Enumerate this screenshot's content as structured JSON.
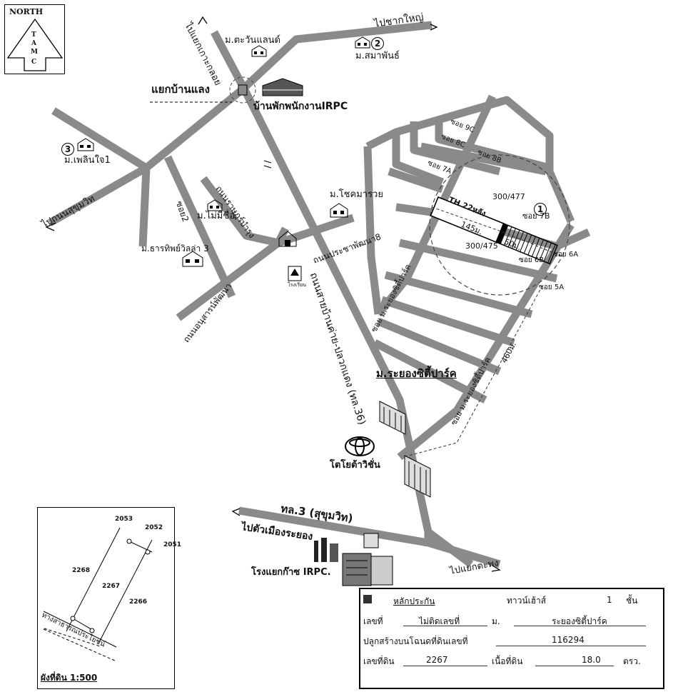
{
  "north": {
    "label": "NORTH",
    "letters": [
      "T",
      "A",
      "M",
      "C"
    ]
  },
  "places": {
    "to_chak_yai": "ไปชากใหญ่",
    "to_yaek_ko_loi": "ไปแยกเกาะกลอย",
    "m_tawan_land": "ม.ตะวันแลนด์",
    "m_samaphan": "ม.สมาพันธ์",
    "marker_2": "2",
    "yaek_ban_laeng": "แยกบ้านแลง",
    "irpc_staff_housing": "บ้านพักพนักงานIRPC",
    "marker_3": "3",
    "m_ploen_jai": "ม.เพลินใจ1",
    "to_sukhumvit": "ไปถนนสุขุมวิท",
    "soi_2": "ซอย2",
    "m_mai_mi_chue": "ม.ไม่มีชื่อ",
    "rd_ratbamrung": "ถนนราษฎร์บำรุง",
    "m_chokmaruay": "ม.โชคมารวย",
    "rd_prachaphatthana": "ถนนประชาพัฒนา8",
    "m_tharathip_villa": "ม.ธารทิพย์วิลล่า 3",
    "rd_anusarn": "ถนนอนุสารน์พัฒนา",
    "school": "โรงเรียน",
    "main_road": "ถนนสายบ้านค่าย-ปลวกแดง (ทล.36)",
    "soi_9c": "ซอย 9C",
    "soi_8c": "ซอย 8C",
    "soi_8b": "ซอย 8B",
    "soi_7a": "ซอย 7A",
    "soi_7b": "ซอย 7B",
    "soi_6a": "ซอย 6A",
    "soi_6b": "ซอย 6B",
    "soi_5a": "ซอย 5A",
    "house_no_top": "300/477",
    "house_no_bottom": "300/475",
    "th_22": "TH 22หลัง",
    "marker_1": "1",
    "dist_145": "145ม.",
    "dist_50": "50ม.",
    "dist_460": "460ม.",
    "soi_city_park_1": "ซอย ม.ระยองซิตี้ปาร์ค",
    "soi_city_park_2": "ซอย ม.ระยองซิตี้ปาร์ค",
    "m_rayong_city_park": "ม.ระยองซิตี้ปาร์ค",
    "toyota": "โตโยต้าวิชั่น",
    "route_3": "ทล.3 (สุขุมวิท)",
    "to_rayong": "ไปตัวเมืองระยอง",
    "irpc_plant": "โรงแยกก๊าซ IRPC.",
    "to_yaek_taphong": "ไปแยกตะพง"
  },
  "plot_plan": {
    "numbers": [
      "2053",
      "2052",
      "2051",
      "2268",
      "2267",
      "2266"
    ],
    "public_way": "ทางสาธารณประโยชน์",
    "title": "ผังที่ดิน 1:500"
  },
  "info": {
    "collateral": "หลักประกัน",
    "type": "ทาวน์เฮ้าส์",
    "floors_num": "1",
    "floors_unit": "ชั้น",
    "no_label": "เลขที่",
    "no_value": "ไม่ติดเลขที่",
    "village_label": "ม.",
    "village_value": "ระยองซิตี้ปาร์ค",
    "deed_label": "ปลูกสร้างบนโฉนดที่ดินเลขที่",
    "deed_value": "116294",
    "land_no_label": "เลขที่ดิน",
    "land_no_value": "2267",
    "area_label": "เนื้อที่ดิน",
    "area_value": "18.0",
    "area_unit": "ตรว."
  }
}
